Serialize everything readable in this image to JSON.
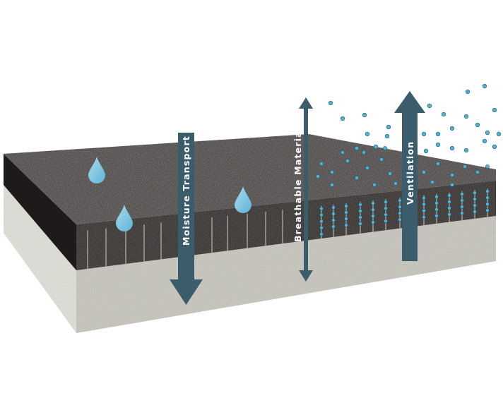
{
  "diagram": {
    "arrows": [
      {
        "id": "moisture",
        "label": "Moisture Transport",
        "direction": "down"
      },
      {
        "id": "breathable",
        "label": "Breathable Material",
        "direction": "both"
      },
      {
        "id": "ventilation",
        "label": "Ventilation",
        "direction": "up"
      }
    ],
    "layers": [
      {
        "name": "breathable-top-layer",
        "color": "#2f2a28"
      },
      {
        "name": "base-layer",
        "color": "#cfcdc4"
      }
    ],
    "colors": {
      "arrow": "#3b5d6b",
      "droplet": "#7fcbe8",
      "particle": "#4fb3d6",
      "dark_surface": "#3a3533",
      "dark_side": "#1c1918",
      "base_front": "#c9c7bd",
      "base_side": "#e2e0d8",
      "fiber": "#8c8781"
    },
    "droplet_count": 3
  }
}
